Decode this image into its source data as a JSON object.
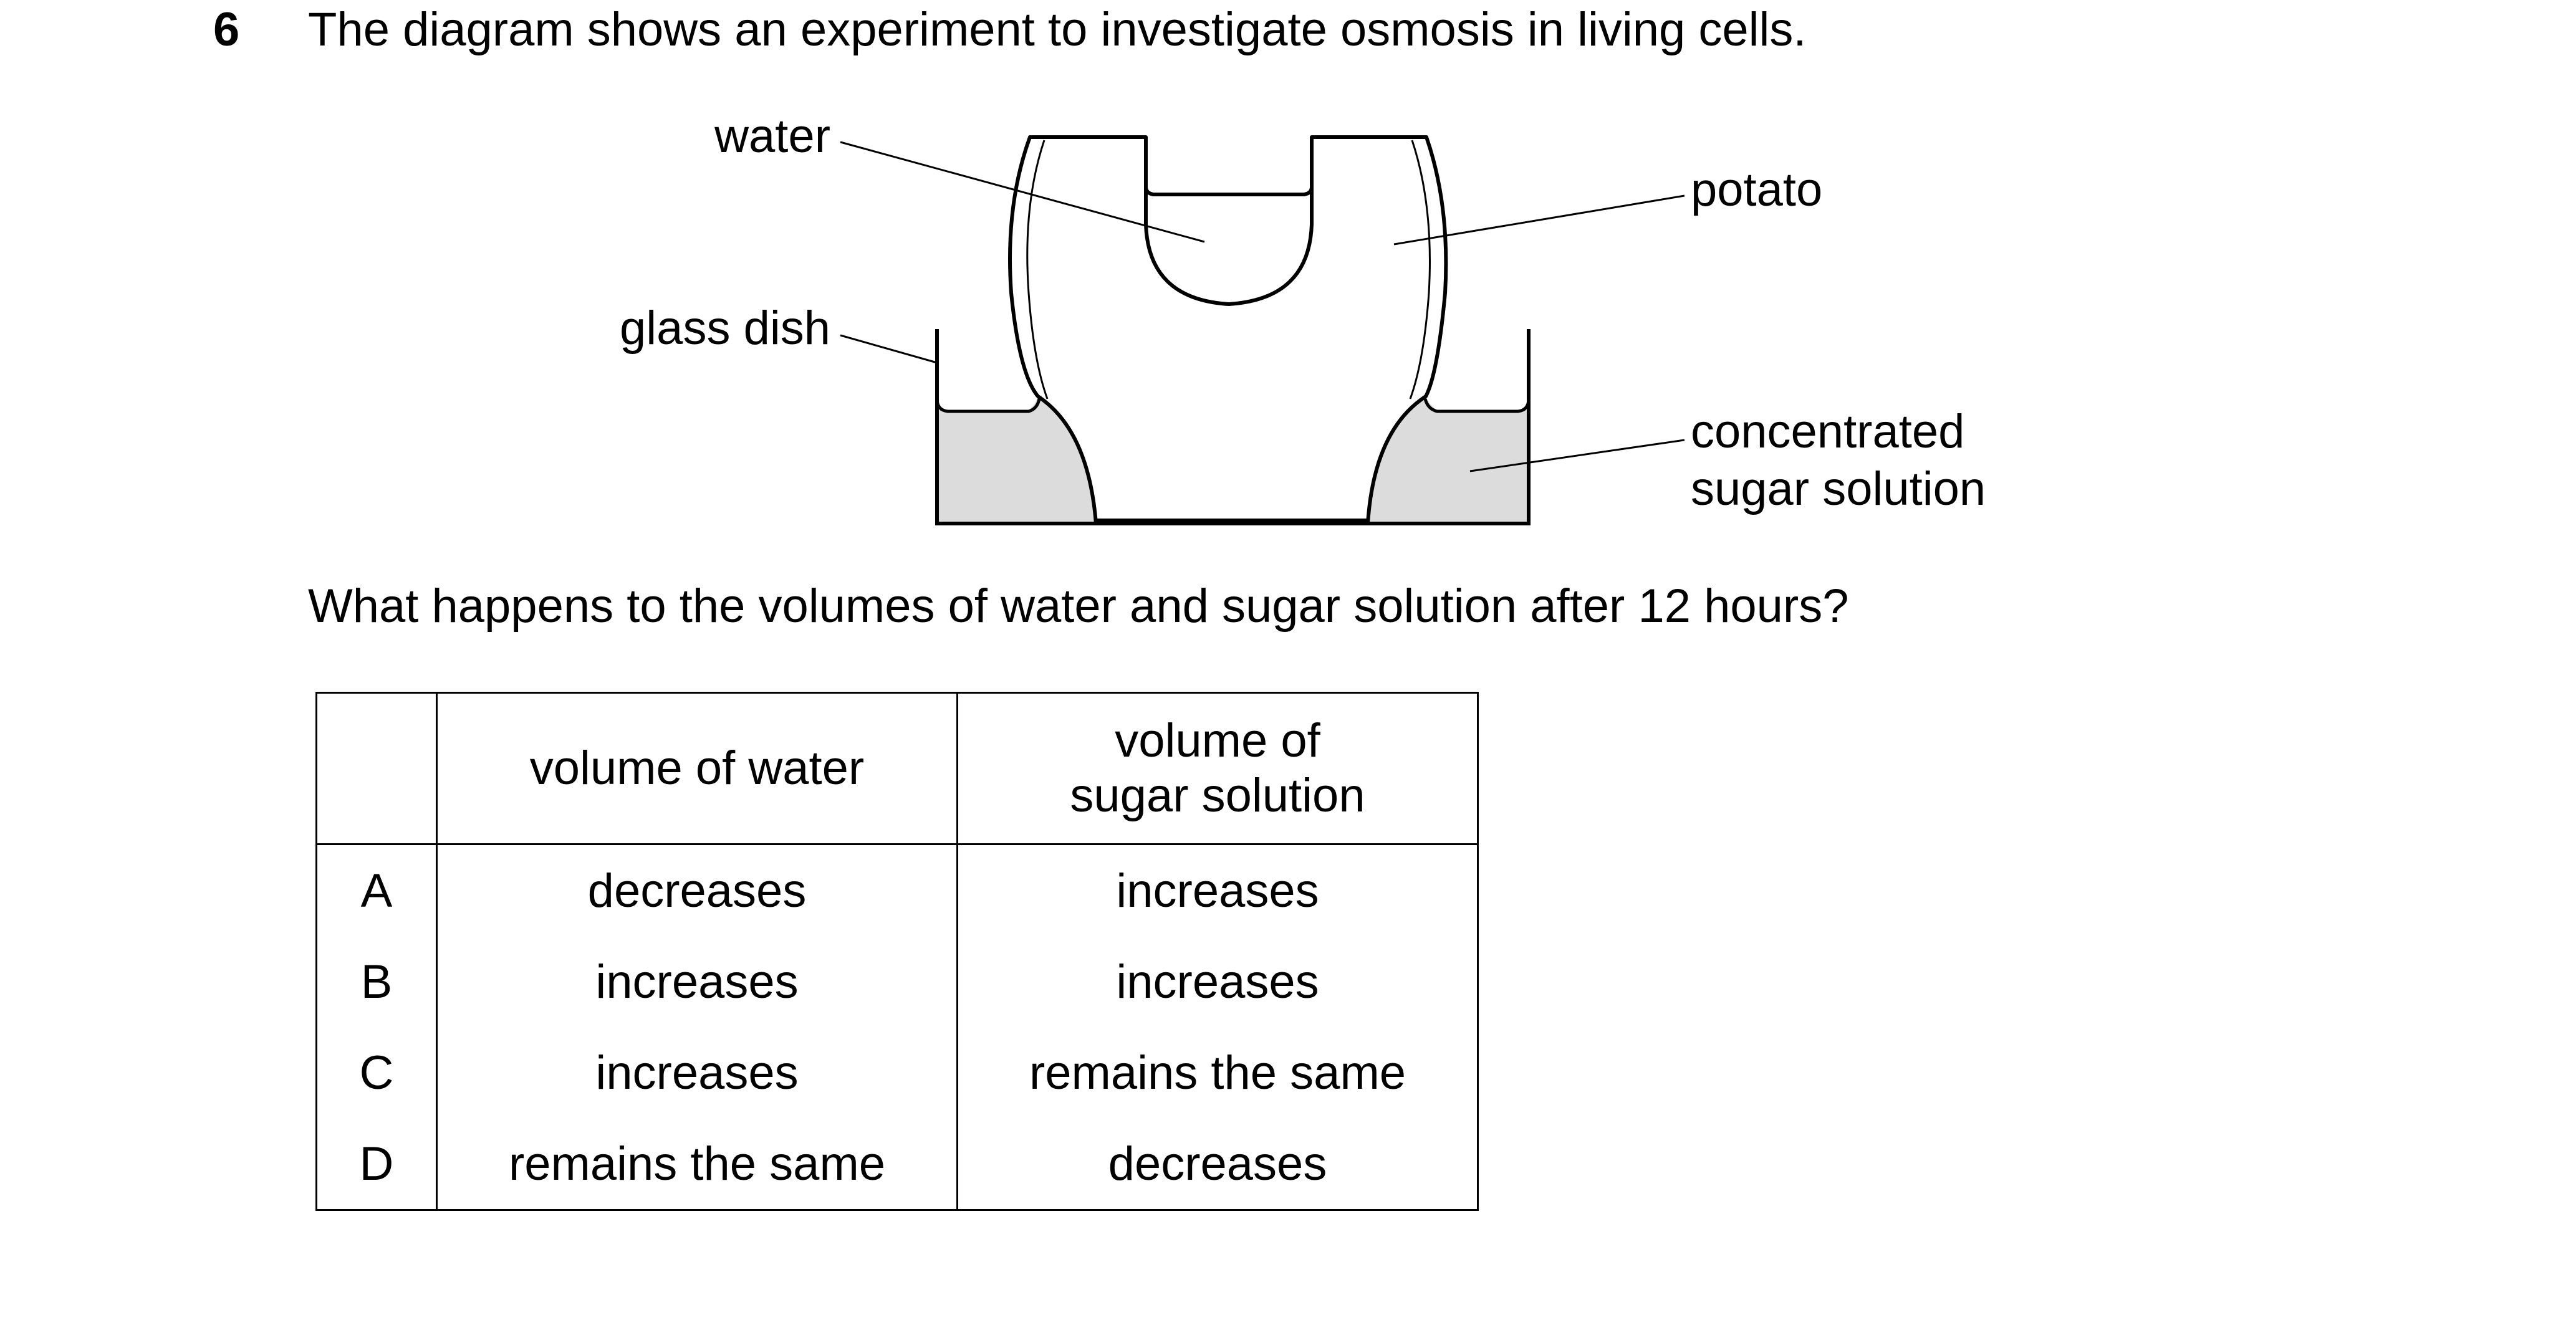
{
  "question": {
    "number": "6",
    "stem": "The diagram shows an experiment to investigate osmosis in living cells.",
    "prompt": "What happens to the volumes of water and sugar solution after 12 hours?"
  },
  "diagram": {
    "labels": {
      "water": "water",
      "potato": "potato",
      "glass_dish": "glass dish",
      "sugar_line1": "concentrated",
      "sugar_line2": "sugar solution"
    },
    "colors": {
      "solution_fill": "#dcdcdc",
      "line": "#000000"
    }
  },
  "table": {
    "headers": {
      "letter": "",
      "water": "volume of water",
      "sugar_line1": "volume of",
      "sugar_line2": "sugar solution"
    },
    "rows": [
      {
        "letter": "A",
        "water": "decreases",
        "sugar": "increases"
      },
      {
        "letter": "B",
        "water": "increases",
        "sugar": "increases"
      },
      {
        "letter": "C",
        "water": "increases",
        "sugar": "remains the same"
      },
      {
        "letter": "D",
        "water": "remains the same",
        "sugar": "decreases"
      }
    ]
  }
}
